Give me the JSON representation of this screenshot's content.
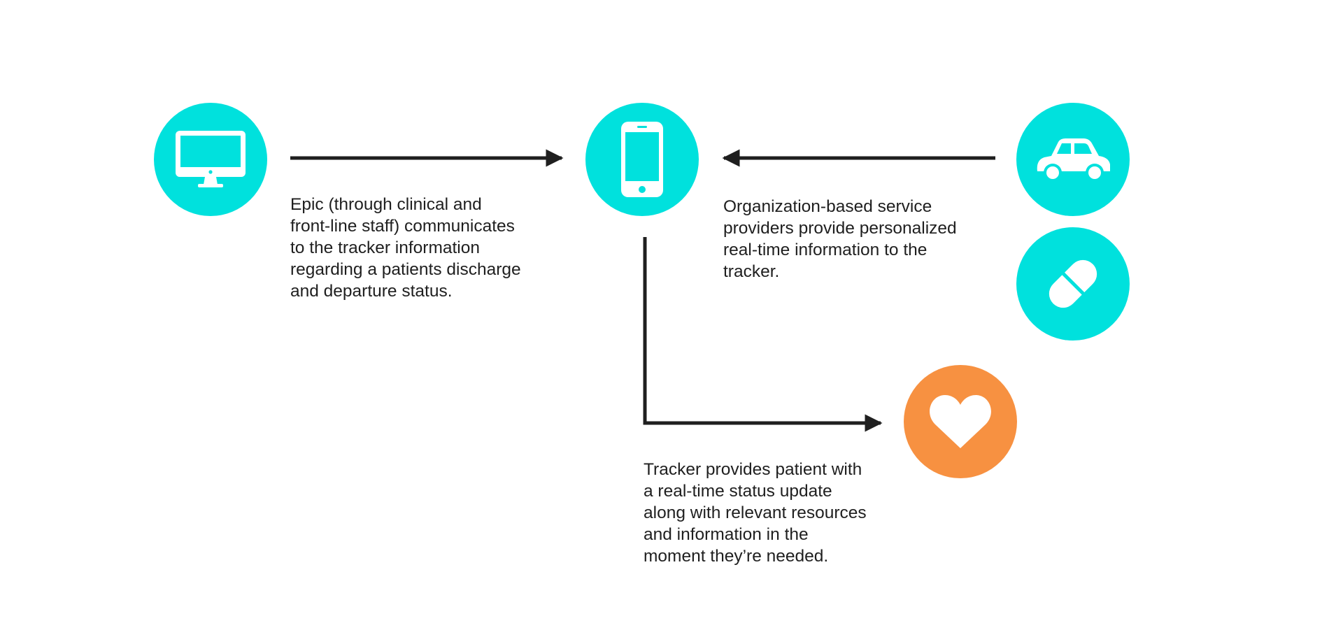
{
  "colors": {
    "primary_node": "#00e1dd",
    "patient_node": "#f79141",
    "arrow": "#1f1f1f",
    "text": "#1f1f1f",
    "icon": "#ffffff"
  },
  "nodes": {
    "desktop": {
      "icon": "desktop-monitor-icon"
    },
    "phone": {
      "icon": "smartphone-icon"
    },
    "car": {
      "icon": "car-icon"
    },
    "pill": {
      "icon": "pill-capsule-icon"
    },
    "heart": {
      "icon": "heart-icon"
    }
  },
  "captions": {
    "epic": "Epic (through clinical and\nfront-line staff) communicates\nto the tracker information\nregarding a patients discharge\nand departure status.",
    "organization": "Organization-based service\nproviders provide personalized\nreal-time information to the\ntracker.",
    "tracker": "Tracker provides patient with\na real-time status update\nalong with relevant resources\nand information in the\nmoment they’re needed."
  }
}
